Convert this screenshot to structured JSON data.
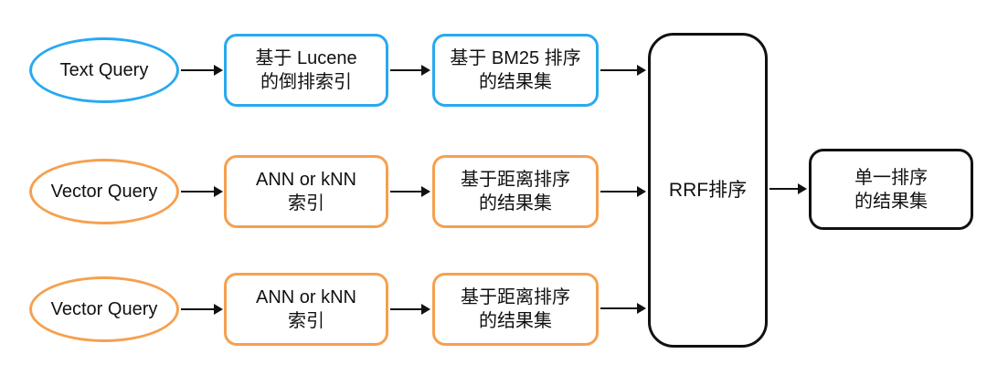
{
  "colors": {
    "blue": "#29A9F0",
    "orange": "#F6A04F",
    "line": "#111111"
  },
  "nodes": {
    "text_query": {
      "label": "Text Query"
    },
    "lucene_index": {
      "label": "基于 Lucene\n的倒排索引"
    },
    "bm25_results": {
      "label": "基于 BM25 排序\n的结果集"
    },
    "vector_query_1": {
      "label": "Vector Query"
    },
    "ann_index_1": {
      "label": "ANN or kNN\n索引"
    },
    "distance_results_1": {
      "label": "基于距离排序\n的结果集"
    },
    "vector_query_2": {
      "label": "Vector Query"
    },
    "ann_index_2": {
      "label": "ANN or kNN\n索引"
    },
    "distance_results_2": {
      "label": "基于距离排序\n的结果集"
    },
    "rrf": {
      "label": "RRF排序"
    },
    "final_results": {
      "label": "单一排序\n的结果集"
    }
  }
}
